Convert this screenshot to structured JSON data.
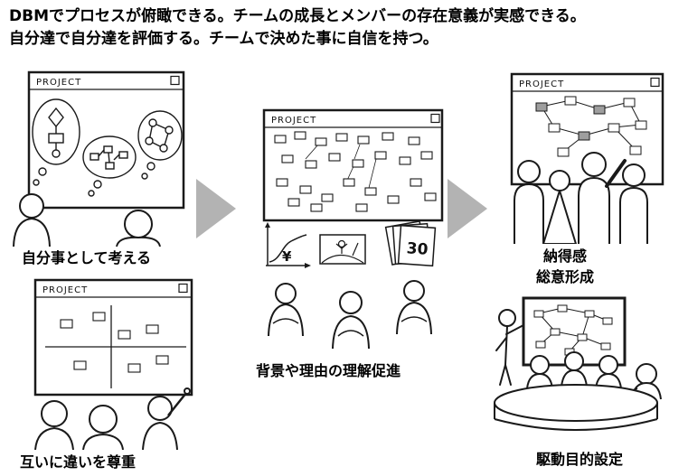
{
  "header": {
    "line1": "DBMでプロセスが俯瞰できる。チームの成長とメンバーの存在意義が実感できる。",
    "line2": "自分達で自分達を評価する。チームで決めた事に自信を持つ。"
  },
  "board_title": "PROJECT",
  "stages": {
    "ownership": {
      "caption": "自分事として考える"
    },
    "respect": {
      "caption": "互いに違いを尊重"
    },
    "understanding": {
      "caption": "背景や理由の理解促進",
      "currency": "¥",
      "card_number": "30"
    },
    "consensus": {
      "caption_line1": "納得感",
      "caption_line2": "総意形成"
    },
    "purpose": {
      "caption": "駆動目的設定"
    }
  },
  "colors": {
    "arrow": "#b3b3b3",
    "ink": "#1a1a1a",
    "node_highlight": "#9e9e9e"
  }
}
